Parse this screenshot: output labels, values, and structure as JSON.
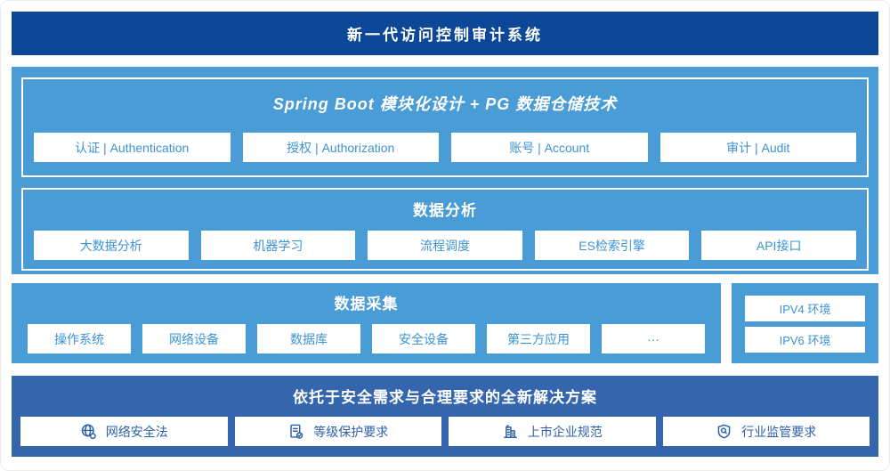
{
  "banner": {
    "title": "新一代访问控制审计系统"
  },
  "platform": {
    "modules_section": {
      "title": "Spring Boot 模块化设计 + PG 数据仓储技术",
      "items": [
        "认证 | Authentication",
        "授权 | Authorization",
        "账号 | Account",
        "审计 | Audit"
      ]
    },
    "analysis_section": {
      "title": "数据分析",
      "items": [
        "大数据分析",
        "机器学习",
        "流程调度",
        "ES检索引擎",
        "API接口"
      ]
    }
  },
  "collection": {
    "title": "数据采集",
    "items": [
      "操作系统",
      "网络设备",
      "数据库",
      "安全设备",
      "第三方应用",
      "···"
    ]
  },
  "environments": {
    "items": [
      "IPV4 环境",
      "IPV6 环境"
    ]
  },
  "solution": {
    "title": "依托于安全需求与合理要求的全新解决方案",
    "items": [
      {
        "icon": "globe-network-icon",
        "label": "网络安全法"
      },
      {
        "icon": "document-check-icon",
        "label": "等级保护要求"
      },
      {
        "icon": "building-icon",
        "label": "上市企业规范"
      },
      {
        "icon": "shield-search-icon",
        "label": "行业监管要求"
      }
    ]
  },
  "colors": {
    "banner_bg": "#0d4797",
    "section_light_blue": "#4a9cd6",
    "solution_bg": "#3566ad",
    "cell_text": "#3d93d2",
    "solution_text": "#2d61a8"
  }
}
